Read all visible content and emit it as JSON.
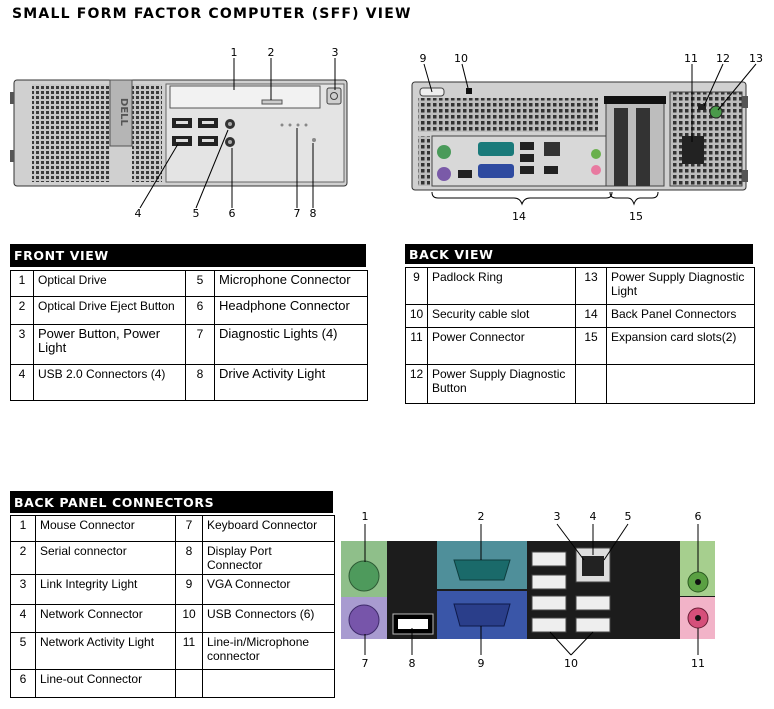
{
  "title": "SMALL FORM FACTOR COMPUTER (SFF) VIEW",
  "brand": "DELL",
  "front_callouts": [
    "1",
    "2",
    "3",
    "4",
    "5",
    "6",
    "7",
    "8"
  ],
  "rear_callouts": [
    "9",
    "10",
    "11",
    "12",
    "13",
    "14",
    "15"
  ],
  "panel_callouts": [
    "1",
    "2",
    "3",
    "4",
    "5",
    "6",
    "7",
    "8",
    "9",
    "10",
    "11"
  ],
  "front_view": {
    "heading": "FRONT VIEW",
    "rows": [
      [
        "1",
        "Optical Drive",
        "5",
        "Microphone Connector"
      ],
      [
        "2",
        "Optical Drive Eject Button",
        "6",
        "Headphone Connector"
      ],
      [
        "3",
        "Power Button, Power Light",
        "7",
        "Diagnostic Lights (4)"
      ],
      [
        "4",
        "USB 2.0 Connectors (4)",
        "8",
        "Drive Activity Light"
      ]
    ]
  },
  "back_view": {
    "heading": "BACK VIEW",
    "rows": [
      [
        "9",
        "Padlock Ring",
        "13",
        "Power Supply Diagnostic Light"
      ],
      [
        "10",
        "Security cable slot",
        "14",
        "Back Panel Connectors"
      ],
      [
        "11",
        "Power Connector",
        "15",
        "Expansion card slots(2)"
      ],
      [
        "12",
        "Power Supply Diagnostic Button",
        "",
        ""
      ]
    ]
  },
  "back_panel": {
    "heading": "BACK PANEL CONNECTORS",
    "rows": [
      [
        "1",
        "Mouse Connector",
        "7",
        "Keyboard Connector"
      ],
      [
        "2",
        "Serial connector",
        "8",
        "Display Port Connector"
      ],
      [
        "3",
        "Link Integrity Light",
        "9",
        "VGA Connector"
      ],
      [
        "4",
        "Network Connector",
        "10",
        "USB Connectors (6)"
      ],
      [
        "5",
        "Network Activity Light",
        "11",
        "Line-in/Microphone connector"
      ],
      [
        "6",
        "Line-out Connector",
        "",
        ""
      ]
    ]
  }
}
